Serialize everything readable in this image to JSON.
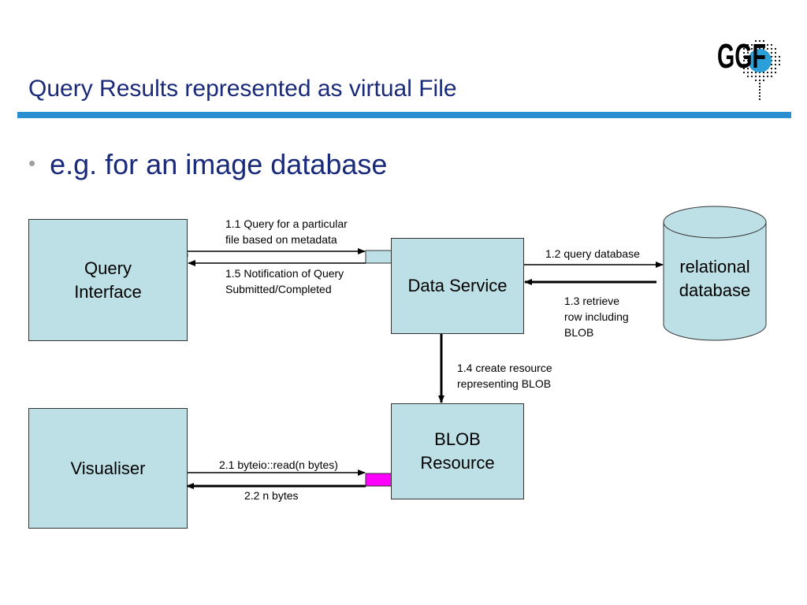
{
  "slide": {
    "title": "Query Results represented as virtual File",
    "bullet": "e.g. for an image database"
  },
  "logo": {
    "text": "GGF"
  },
  "nodes": {
    "query_interface": [
      "Query",
      "Interface"
    ],
    "data_service": "Data Service",
    "relational_database": [
      "relational",
      "database"
    ],
    "visualiser": "Visualiser",
    "blob_resource": [
      "BLOB",
      "Resource"
    ]
  },
  "edges": {
    "e1_1": [
      "1.1 Query for a particular",
      "file based on metadata"
    ],
    "e1_5": [
      "1.5 Notification of Query",
      "Submitted/Completed"
    ],
    "e1_2": "1.2 query database",
    "e1_3": [
      "1.3 retrieve",
      "row including",
      "BLOB"
    ],
    "e1_4": [
      "1.4 create resource",
      "representing BLOB"
    ],
    "e2_1": "2.1 byteio::read(n bytes)",
    "e2_2": "2.2 n bytes"
  },
  "colors": {
    "title": "#1a2a7a",
    "rule": "#2a8fd0",
    "box_fill": "#bde0e6",
    "port_magenta": "#ff00ff",
    "logo_blue": "#2a9fd8"
  }
}
